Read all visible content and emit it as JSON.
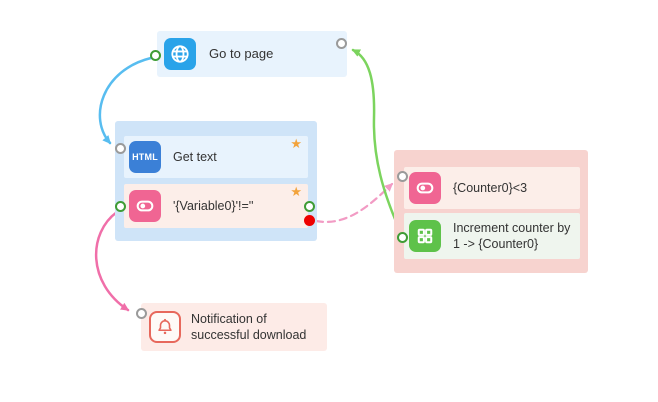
{
  "app": {
    "view": "workflow-canvas"
  },
  "colors": {
    "edge_blue": "#58bdf0",
    "edge_green": "#7cd45e",
    "edge_pink": "#f06fa9",
    "edge_pink_dash": "#f29bc4",
    "connector_green": "#3f9c35",
    "connector_gray": "#9a9a9a",
    "connector_red": "#ee0000",
    "node_blue_bg": "#e8f3fd",
    "group_blue_bg": "#cfe4f8",
    "row_pink_bg": "#fceee9",
    "group_pink_bg": "#f7d3cf",
    "row_mint_bg": "#eff5ee",
    "notification_bg": "#fdebe7",
    "icon_globe": "#2aa3e9",
    "icon_html": "#3b80d7",
    "icon_toggle": "#f06593",
    "icon_grid": "#5ec24a",
    "icon_bell": "#e7685c",
    "star": "#f2a33c",
    "text": "#333333"
  },
  "nodes": {
    "go_to_page": {
      "label": "Go to page",
      "icon": "globe-icon"
    },
    "main_group": {
      "get_text": {
        "label": "Get text",
        "icon": "html-icon",
        "icon_text": "HTML",
        "favorite": "★"
      },
      "condition": {
        "label": "'{Variable0}'!=''",
        "icon": "toggle-icon",
        "favorite": "★"
      }
    },
    "loop_group": {
      "counter_check": {
        "label": "{Counter0}<3",
        "icon": "toggle-icon"
      },
      "increment": {
        "label": "Increment counter by 1 -> {Counter0}",
        "icon": "grid-icon"
      }
    },
    "notification": {
      "label": "Notification of successful download",
      "icon": "bell-icon"
    }
  },
  "edges": [
    {
      "name": "go-to-page-to-get-text",
      "style": "solid",
      "color": "#58bdf0"
    },
    {
      "name": "condition-to-notification",
      "style": "solid",
      "color": "#f06fa9"
    },
    {
      "name": "condition-to-counter-check",
      "style": "dashed",
      "color": "#f29bc4"
    },
    {
      "name": "increment-to-go-to-page",
      "style": "solid",
      "color": "#7cd45e"
    }
  ]
}
